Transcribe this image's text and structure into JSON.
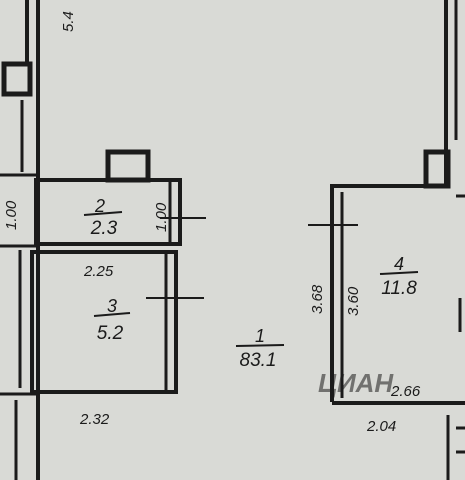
{
  "plan": {
    "top_dimension": "5.4",
    "left_wall_dimension": "1.00",
    "rooms": [
      {
        "number": "1",
        "area": "83.1"
      },
      {
        "number": "2",
        "area": "2.3"
      },
      {
        "number": "3",
        "area": "5.2"
      },
      {
        "number": "4",
        "area": "11.8"
      }
    ],
    "dimensions": {
      "room2_side": "1.00",
      "room3_top": "2.25",
      "room3_bottom": "2.32",
      "room4_left_outer": "3.68",
      "room4_left_inner": "3.60",
      "room4_bottom_inner": "2.66",
      "room4_bottom_outer": "2.04"
    },
    "watermark": "ЦИАН"
  },
  "colors": {
    "paper": "#d9dad6",
    "ink": "#1b1b1b"
  }
}
